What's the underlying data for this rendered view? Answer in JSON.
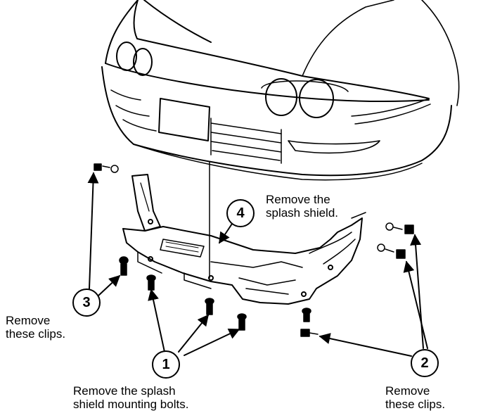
{
  "callouts": {
    "one": "1",
    "two": "2",
    "three": "3",
    "four": "4"
  },
  "labels": {
    "remove_splash_shield": [
      "Remove the",
      "splash shield."
    ],
    "remove_clips_left": [
      "Remove",
      "these clips."
    ],
    "remove_mounting_bolts": [
      "Remove the splash",
      "shield mounting bolts."
    ],
    "remove_clips_right": [
      "Remove",
      "these clips."
    ]
  },
  "colors": {
    "ink": "#000000",
    "paper": "#ffffff"
  }
}
